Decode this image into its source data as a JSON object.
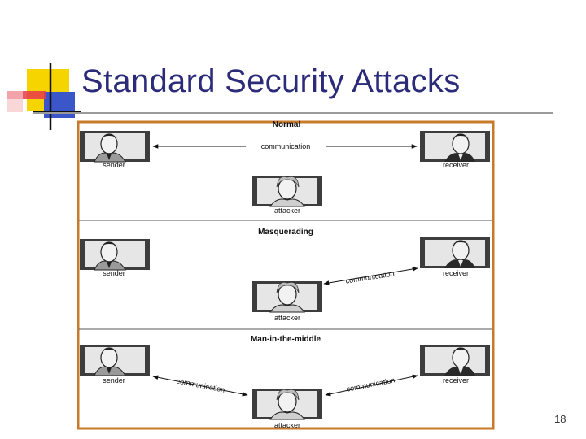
{
  "slide": {
    "title": "Standard Security Attacks",
    "page_number": "18"
  },
  "panels": [
    {
      "heading": "Normal",
      "sender": "sender",
      "receiver": "receiver",
      "attacker": "attacker",
      "communication_labels": [
        "communication"
      ]
    },
    {
      "heading": "Masquerading",
      "sender": "sender",
      "receiver": "receiver",
      "attacker": "attacker",
      "communication_labels": [
        "communication"
      ]
    },
    {
      "heading": "Man-in-the-middle",
      "sender": "sender",
      "receiver": "receiver",
      "attacker": "attacker",
      "communication_labels": [
        "communication",
        "communication"
      ]
    }
  ],
  "colors": {
    "title": "#2b2b7a",
    "frame_border": "#c8792a",
    "deco_yellow": "#f5d400",
    "deco_red": "#e8384a",
    "deco_blue": "#3a56c8"
  }
}
